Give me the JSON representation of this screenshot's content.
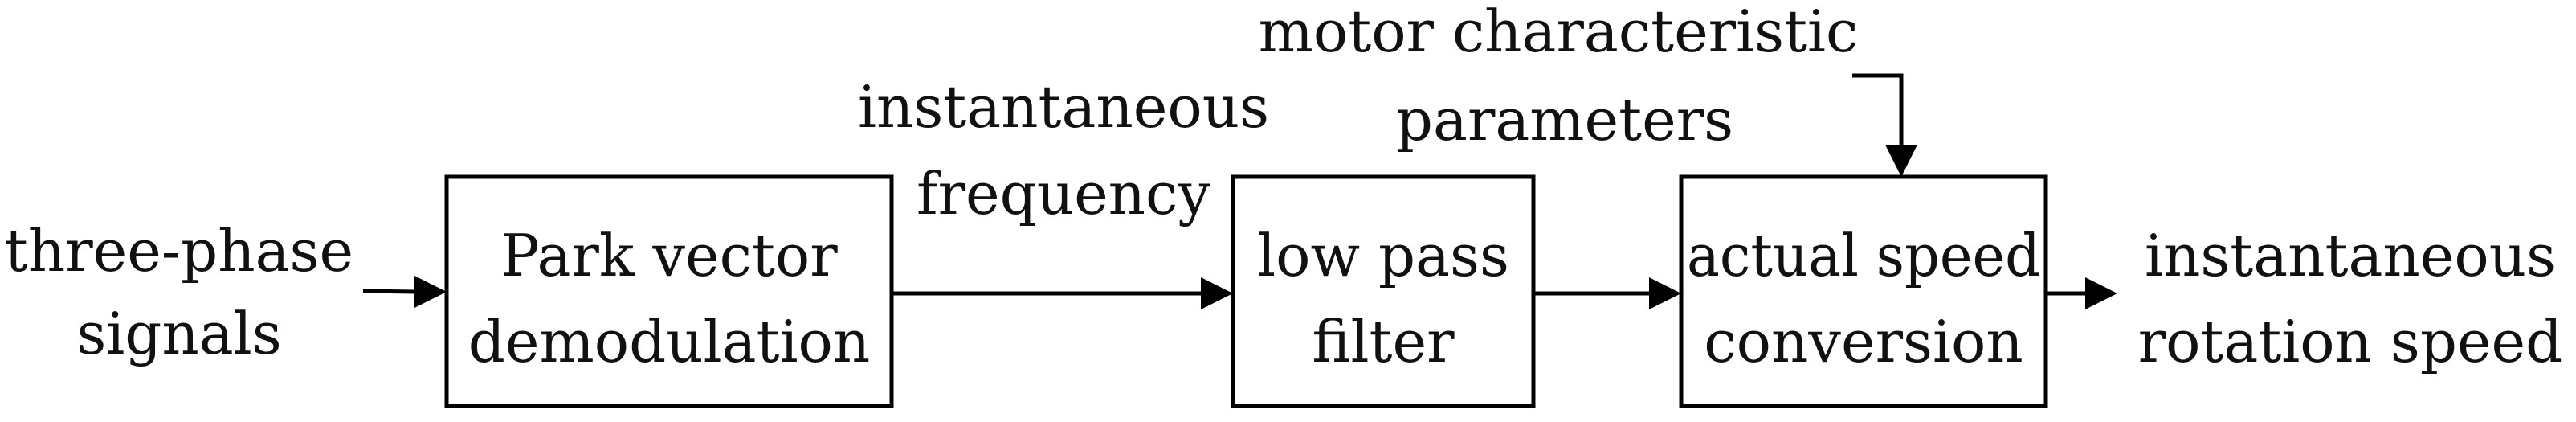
{
  "blocks": {
    "park": {
      "line1": "Park vector",
      "line2": "demodulation"
    },
    "lpf": {
      "line1": "low pass",
      "line2": "filter"
    },
    "conv": {
      "line1": "actual speed",
      "line2": "conversion"
    }
  },
  "labels": {
    "input": {
      "line1": "three-phase",
      "line2": "signals"
    },
    "freq": {
      "line1": "instantaneous",
      "line2": "frequency"
    },
    "motor": {
      "line1": "motor characteristic",
      "line2": "parameters"
    },
    "output": {
      "line1": "instantaneous",
      "line2": "rotation speed"
    }
  }
}
